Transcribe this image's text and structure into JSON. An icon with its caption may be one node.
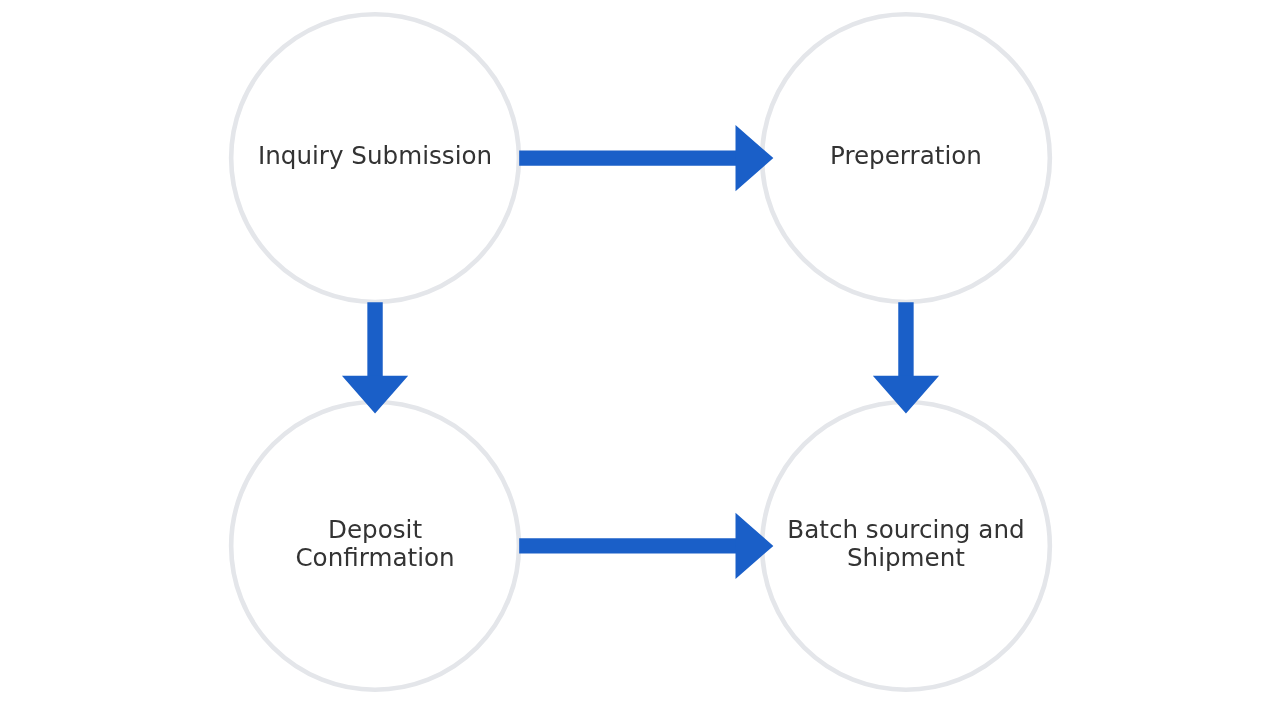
{
  "diagram": {
    "nodes": [
      {
        "text": [
          "Inquiry Submission"
        ]
      },
      {
        "text": [
          "Preperration"
        ]
      },
      {
        "text": [
          "Deposit Confirmation"
        ]
      },
      {
        "text": [
          "Batch sourcing and Shipment"
        ]
      }
    ],
    "edges": [
      {
        "from": 0,
        "to": 1,
        "arrow": "to"
      },
      {
        "from": 0,
        "to": 2,
        "arrow": "to"
      },
      {
        "from": 1,
        "to": 3,
        "arrow": "to"
      },
      {
        "from": 2,
        "to": 3,
        "arrow": "to"
      }
    ]
  }
}
